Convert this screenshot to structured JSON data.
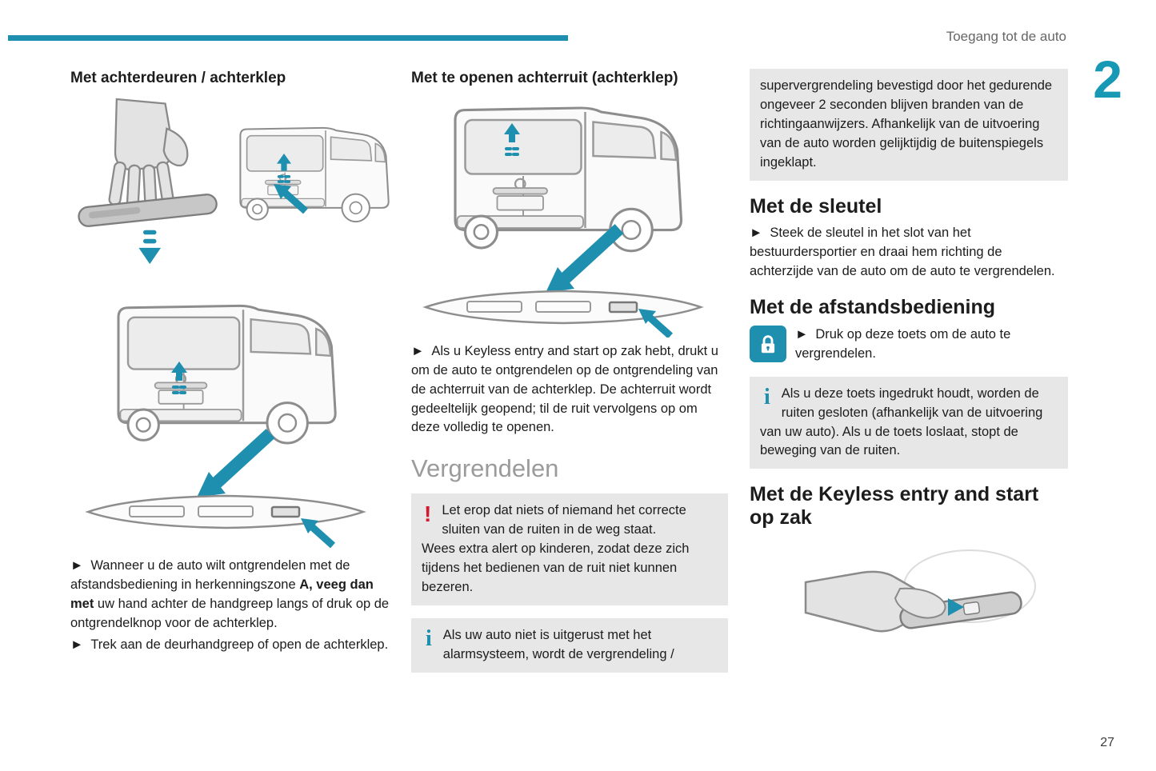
{
  "page": {
    "header_title": "Toegang tot de auto",
    "chapter_number": "2",
    "page_number": "27"
  },
  "glyphs": {
    "bullet": "►",
    "warning": "!",
    "info": "i"
  },
  "colors": {
    "accent_teal": "#1e8fae",
    "box_gray": "#e7e7e7",
    "warning_red": "#d6182e",
    "subheading_gray": "#9b9b9b"
  },
  "col1": {
    "heading": "Met achterdeuren / achterklep",
    "bullet1": {
      "marker": "►",
      "text_before": "Wanneer u de auto wilt ontgrendelen met de afstandsbediening in herkenningszone ",
      "bold": "A, veeg dan met",
      "text_after": " uw hand achter de handgreep langs of druk op de ontgrendelknop voor de achterklep."
    },
    "bullet2": {
      "marker": "►",
      "text": "Trek aan de deurhandgreep of open de achterklep."
    }
  },
  "col2": {
    "heading": "Met te openen achterruit (achterklep)",
    "bullet1": {
      "marker": "►",
      "text": "Als u Keyless entry and start op zak hebt, drukt u om de auto te ontgrendelen op de ontgrendeling van de achterruit van de achterklep. De achterruit wordt gedeeltelijk geopend; til de ruit vervolgens op om deze volledig te openen."
    },
    "section_heading": "Vergrendelen",
    "warning_box": {
      "line1": "Let erop dat niets of niemand het correcte sluiten van de ruiten in de weg staat.",
      "line2": "Wees extra alert op kinderen, zodat deze zich tijdens het bedienen van de ruit niet kunnen bezeren."
    },
    "info_box": {
      "text": "Als uw auto niet is uitgerust met het alarmsysteem, wordt de vergrendeling /"
    }
  },
  "col3": {
    "continuation_box": "supervergrendeling bevestigd door het gedurende ongeveer 2 seconden blijven branden van de richtingaanwijzers. Afhankelijk van de uitvoering van de auto worden gelijktijdig de buitenspiegels ingeklapt.",
    "heading_key": "Met de sleutel",
    "bullet_key": {
      "marker": "►",
      "text": "Steek de sleutel in het slot van het bestuurdersportier en draai hem richting de achterzijde van de auto om de auto te vergrendelen."
    },
    "heading_remote": "Met de afstandsbediening",
    "bullet_remote": {
      "marker": "►",
      "text": "Druk op deze toets om de auto te vergrendelen."
    },
    "info_box": {
      "text": "Als u deze toets ingedrukt houdt, worden de ruiten gesloten (afhankelijk van de uitvoering van uw auto). Als u de toets loslaat, stopt de beweging van de ruiten."
    },
    "heading_keyless": "Met de Keyless entry and start op zak"
  },
  "illustrations": {
    "col1_top": "hand-swiping-behind-tailgate-handle-with-van-rear",
    "col1_bottom": "van-rear-with-tailgate-handle-strip-zoom",
    "col2": "van-rear-with-opening-rear-window-and-handle-strip",
    "col3": "hand-pressing-lock-button-on-remote"
  },
  "icons": {
    "lock_button": "lock-button"
  }
}
